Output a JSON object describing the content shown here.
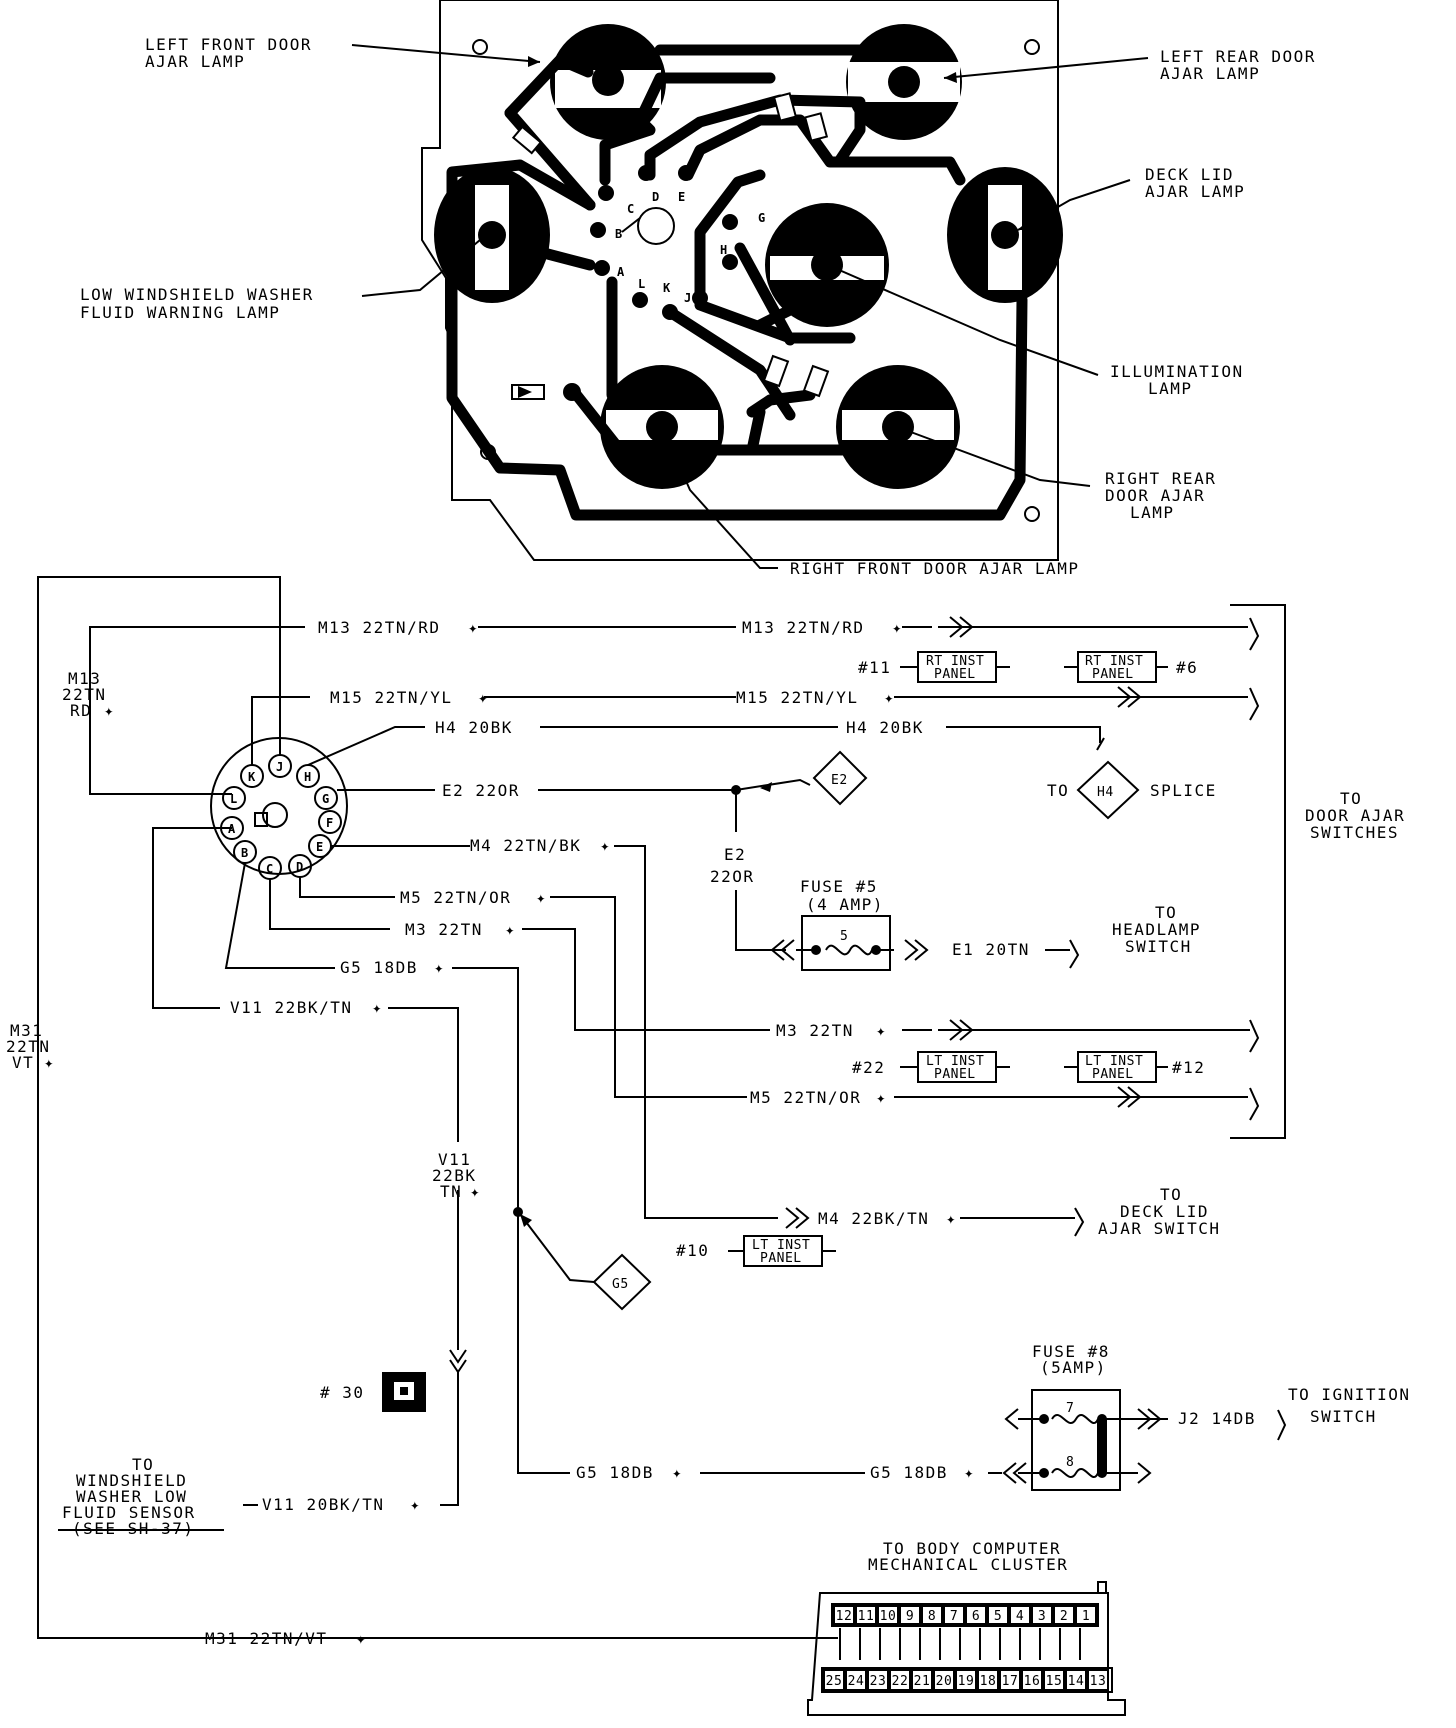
{
  "board": {
    "lamps": {
      "left_front": [
        "LEFT FRONT DOOR",
        "AJAR LAMP"
      ],
      "left_rear": [
        "LEFT REAR DOOR",
        "AJAR LAMP"
      ],
      "deck_lid": [
        "DECK LID",
        "AJAR LAMP"
      ],
      "washer": [
        "LOW WINDSHIELD WASHER",
        "FLUID WARNING LAMP"
      ],
      "illumination": [
        "ILLUMINATION",
        "LAMP"
      ],
      "right_rear": [
        "RIGHT REAR",
        "DOOR AJAR",
        "LAMP"
      ],
      "right_front": [
        "RIGHT FRONT DOOR AJAR LAMP"
      ]
    },
    "terminals": [
      "C",
      "D",
      "E",
      "B",
      "A",
      "L",
      "K",
      "J",
      "G",
      "H"
    ]
  },
  "connector": {
    "pins": [
      "J",
      "K",
      "H",
      "L",
      "G",
      "F",
      "A",
      "E",
      "B",
      "C",
      "D"
    ]
  },
  "wires": {
    "m13": "M13 22TN/RD",
    "m13_vertical": [
      "M13",
      "22TN",
      "RD"
    ],
    "m15": "M15 22TN/YL",
    "h4": "H4 20BK",
    "e2": "E2 22OR",
    "e2_vertical": [
      "E2",
      "22OR"
    ],
    "m4": "M4 22TN/BK",
    "m4_right": "M4 22BK/TN",
    "m5": "M5 22TN/OR",
    "m3": "M3 22TN",
    "g5": "G5 18DB",
    "v11": "V11 22BK/TN",
    "v11_vertical": [
      "V11",
      "22BK",
      "TN"
    ],
    "v11_bottom": "V11 20BK/TN",
    "m31": "M31 22TN/VT",
    "m31_vertical": [
      "M31",
      "22TN",
      "VT"
    ],
    "e1": "E1 20TN",
    "j2": "J2 14DB"
  },
  "splices": {
    "e2": "E2",
    "g5": "G5",
    "h4": "H4"
  },
  "fuses": {
    "fuse5": [
      "FUSE #5",
      "(4 AMP)"
    ],
    "fuse5_num": "5",
    "fuse8": [
      "FUSE #8",
      "(5AMP)"
    ],
    "fuse8_nums": [
      "7",
      "8"
    ]
  },
  "inst_panel": {
    "rt": [
      "RT INST",
      "PANEL"
    ],
    "lt": [
      "LT INST",
      "PANEL"
    ],
    "n11": "#11",
    "n6": "#6",
    "n22": "#22",
    "n12": "#12",
    "n10": "#10",
    "n30": "# 30"
  },
  "destinations": {
    "h4_to": "TO",
    "h4_splice": "SPLICE",
    "door_ajar": [
      "TO",
      "DOOR AJAR",
      "SWITCHES"
    ],
    "headlamp": [
      "TO",
      "HEADLAMP",
      "SWITCH"
    ],
    "deck_lid": [
      "TO",
      "DECK LID",
      "AJAR SWITCH"
    ],
    "ignition": [
      "TO IGNITION",
      "SWITCH"
    ],
    "washer_sensor": [
      "TO",
      "WINDSHIELD",
      "WASHER LOW",
      "FLUID SENSOR",
      "(SEE SH-37)"
    ],
    "body_computer": [
      "TO BODY COMPUTER",
      "MECHANICAL CLUSTER"
    ]
  },
  "bc_connector": {
    "top": [
      "12",
      "11",
      "10",
      "9",
      "8",
      "7",
      "6",
      "5",
      "4",
      "3",
      "2",
      "1"
    ],
    "bottom": [
      "25",
      "24",
      "23",
      "22",
      "21",
      "20",
      "19",
      "18",
      "17",
      "16",
      "15",
      "14",
      "13"
    ]
  }
}
